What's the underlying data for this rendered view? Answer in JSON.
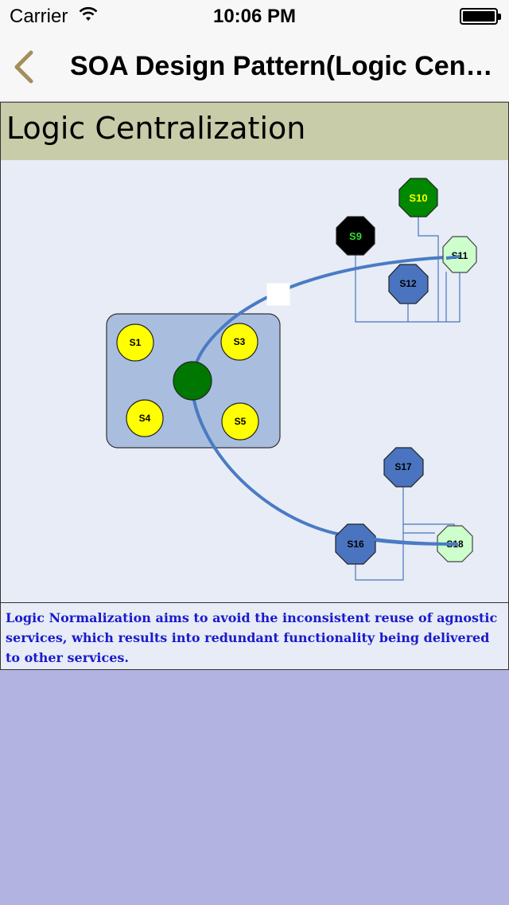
{
  "status_bar": {
    "carrier": "Carrier",
    "time": "10:06 PM"
  },
  "nav": {
    "back_icon": "chevron-left-icon",
    "title": "SOA Design Pattern(Logic Centralization)",
    "accent_color": "#a38f5c"
  },
  "page": {
    "heading": "Logic Centralization",
    "caption": "Logic Normalization aims to avoid the inconsistent reuse of agnostic services, which results into redundant functionality being delivered to other services."
  },
  "diagram": {
    "services": {
      "s1": "S1",
      "s3": "S3",
      "s4": "S4",
      "s5": "S5",
      "s9": "S9",
      "s10": "S10",
      "s11": "S11",
      "s12": "S12",
      "s16": "S16",
      "s17": "S17",
      "s18": "S18"
    },
    "colors": {
      "yellow_service": "#ffff00",
      "center_service": "#007700",
      "blue_service": "#4a74c0",
      "green_service": "#008800",
      "light_service": "#ccffcc",
      "black_service": "#000000",
      "container": "#a9bedf",
      "curve": "#4a7bc4"
    }
  }
}
